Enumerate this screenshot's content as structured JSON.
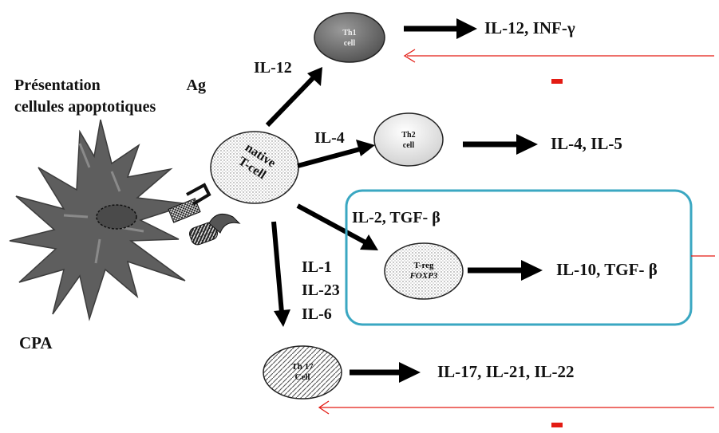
{
  "diagram": {
    "presentation_line1_a": "Présentation",
    "presentation_line1_b": "Ag",
    "presentation_line2": "cellules apoptotiques",
    "apc_label": "CPA",
    "native_cell_line1": "native",
    "native_cell_line2": "T-cell",
    "th1": {
      "line1": "Th1",
      "line2": "cell",
      "input": "IL-12",
      "output": "IL-12, INF-γ"
    },
    "th2": {
      "line1": "Th2",
      "line2": "cell",
      "input": "IL-4",
      "output": "IL-4, IL-5"
    },
    "treg": {
      "line1": "T-reg",
      "line2": "FOXP3",
      "input": "IL-2, TGF- β",
      "output": "IL-10, TGF- β"
    },
    "th17": {
      "line1": "Th 17",
      "line2": "Cell",
      "input_1": "IL-1",
      "input_2": "IL-23",
      "input_3": "IL-6",
      "output": "IL-17, IL-21, IL-22"
    },
    "feedback_sign_1": "-",
    "feedback_sign_2": "-",
    "colors": {
      "th1_fill": "#6e6e6e",
      "th2_fill": "#ececec",
      "apc_fill": "#5e5e5e",
      "highlight_box": "#3aa7c2",
      "feedback_line": "#e31b13",
      "arrow": "#000000"
    }
  }
}
